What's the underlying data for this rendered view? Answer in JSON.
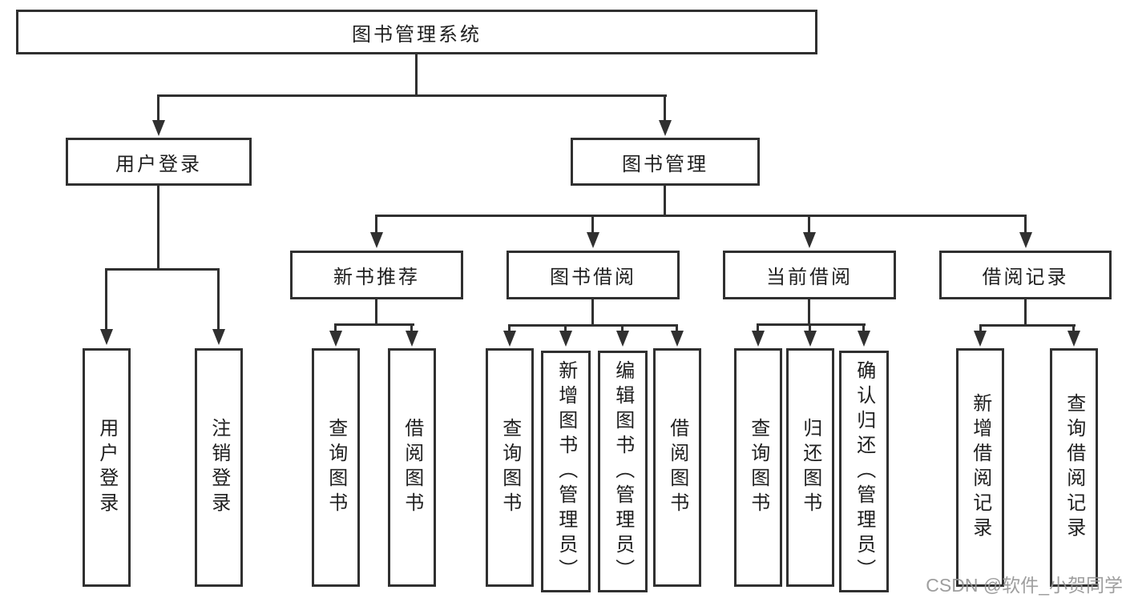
{
  "diagram": {
    "root": {
      "label": "图书管理系统",
      "children": [
        {
          "label": "用户登录",
          "children": [
            {
              "label": "用户登录"
            },
            {
              "label": "注销登录"
            }
          ]
        },
        {
          "label": "图书管理",
          "children": [
            {
              "label": "新书推荐",
              "children": [
                {
                  "label": "查询图书"
                },
                {
                  "label": "借阅图书"
                }
              ]
            },
            {
              "label": "图书借阅",
              "children": [
                {
                  "label": "查询图书"
                },
                {
                  "label": "新增图书（管理员）"
                },
                {
                  "label": "编辑图书（管理员）"
                },
                {
                  "label": "借阅图书"
                }
              ]
            },
            {
              "label": "当前借阅",
              "children": [
                {
                  "label": "查询图书"
                },
                {
                  "label": "归还图书"
                },
                {
                  "label": "确认归还（管理员）"
                }
              ]
            },
            {
              "label": "借阅记录",
              "children": [
                {
                  "label": "新增借阅记录"
                },
                {
                  "label": "查询借阅记录"
                }
              ]
            }
          ]
        }
      ]
    }
  },
  "watermark": "CSDN @软件_小贺同学",
  "colors": {
    "line": "#303030",
    "text": "#1f1f1f",
    "background": "#ffffff",
    "watermark": "#969696"
  }
}
